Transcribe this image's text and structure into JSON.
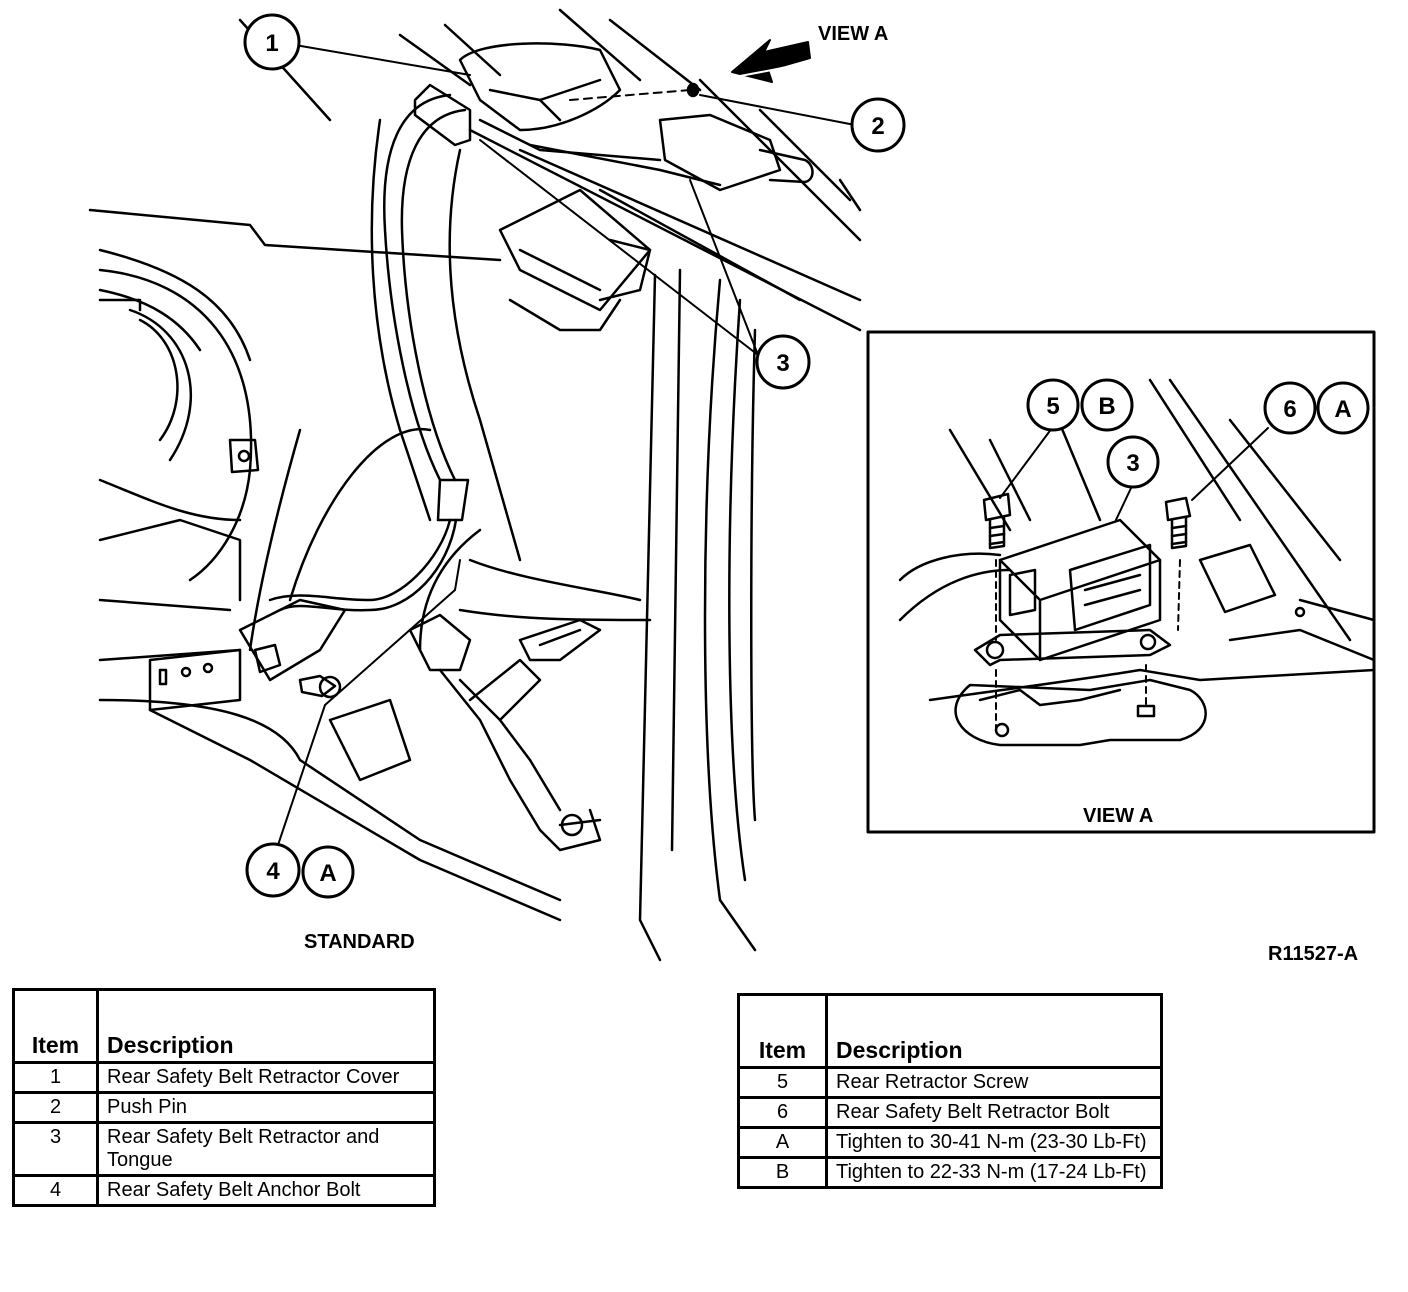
{
  "figure_id": "R11527-A",
  "labels": {
    "standard": "STANDARD",
    "view_a_top": "VIEW A",
    "view_a_inset": "VIEW A"
  },
  "callouts": {
    "c1": "1",
    "c2": "2",
    "c3_main": "3",
    "c4": "4",
    "c4_spec": "A",
    "c5": "5",
    "c5_spec": "B",
    "c3_inset": "3",
    "c6": "6",
    "c6_spec": "A"
  },
  "legend_left": {
    "headers": {
      "item": "Item",
      "description": "Description"
    },
    "rows": [
      {
        "item": "1",
        "description": "Rear Safety Belt Retractor Cover"
      },
      {
        "item": "2",
        "description": "Push Pin"
      },
      {
        "item": "3",
        "description": "Rear Safety Belt Retractor and Tongue"
      },
      {
        "item": "4",
        "description": "Rear Safety Belt Anchor Bolt"
      }
    ]
  },
  "legend_right": {
    "headers": {
      "item": "Item",
      "description": "Description"
    },
    "rows": [
      {
        "item": "5",
        "description": "Rear Retractor Screw"
      },
      {
        "item": "6",
        "description": "Rear Safety Belt Retractor Bolt"
      },
      {
        "item": "A",
        "description": "Tighten to 30-41 N-m (23-30 Lb-Ft)"
      },
      {
        "item": "B",
        "description": "Tighten to 22-33 N-m (17-24 Lb-Ft)"
      }
    ]
  }
}
